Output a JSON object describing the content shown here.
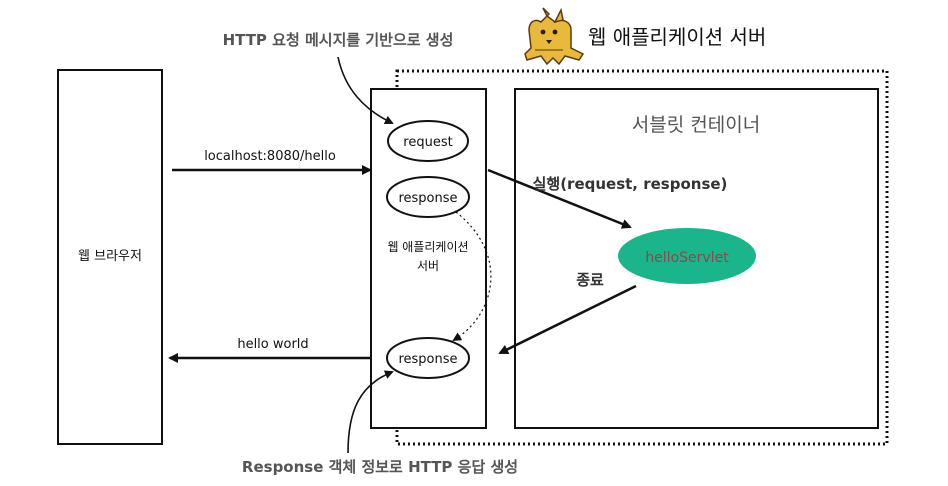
{
  "app_server": {
    "title": "웹 애플리케이션 서버",
    "logo_icon": "tomcat-cat-icon"
  },
  "browser": {
    "label": "웹 브라우저"
  },
  "was_box": {
    "label_line1": "웹 애플리케이션",
    "label_line2": "서버",
    "request_node": "request",
    "response_node_top": "response",
    "response_node_bottom": "response"
  },
  "servlet_container": {
    "title": "서블릿 컨테이너",
    "servlet_name": "helloServlet"
  },
  "arrows": {
    "request_url": "localhost:8080/hello",
    "response_body": "hello world",
    "execute": "실행(request, response)",
    "finish": "종료"
  },
  "annotations": {
    "top": "HTTP 요청 메시지를 기반으로 생성",
    "bottom": "Response 객체 정보로 HTTP 응답 생성"
  },
  "colors": {
    "servlet_fill": "#1ab58a",
    "servlet_text": "#8a4a4a",
    "annotation_text": "#555555",
    "line": "#111111"
  }
}
